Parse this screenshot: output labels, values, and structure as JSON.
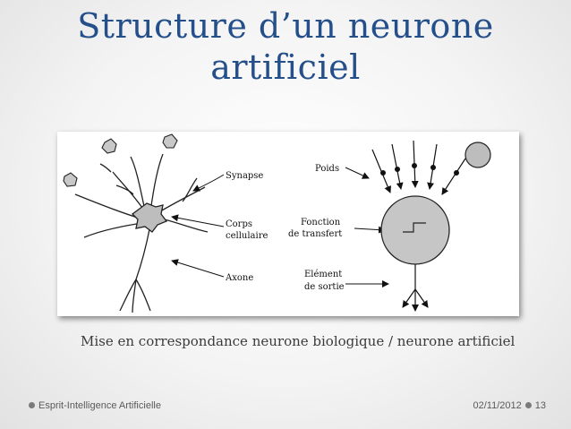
{
  "slide": {
    "title_line1": "Structure d’un neurone",
    "title_line2": "artificiel",
    "caption": "Mise en correspondance neurone biologique / neurone artificiel"
  },
  "diagram": {
    "labels": {
      "synapse": "Synapse",
      "corps_line1": "Corps",
      "corps_line2": "cellulaire",
      "axone": "Axone",
      "poids": "Poids",
      "fonction_line1": "Fonction",
      "fonction_line2": "de transfert",
      "element_line1": "Elément",
      "element_line2": "de sortie"
    }
  },
  "footer": {
    "left": "Esprit-Intelligence Artificielle",
    "date": "02/11/2012",
    "page": "13"
  },
  "colors": {
    "title": "#244f8a",
    "dot": "#7a7a7a"
  }
}
